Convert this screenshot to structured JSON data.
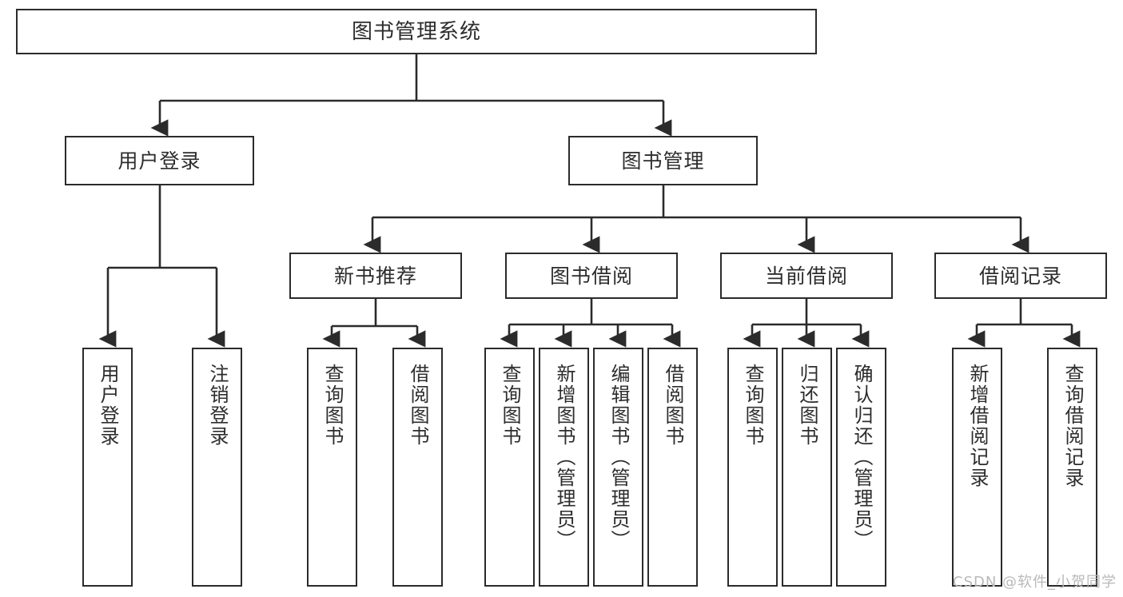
{
  "diagram": {
    "type": "tree-hierarchy",
    "title": "图书管理系统",
    "watermark": "CSDN @软件_小贺同学",
    "colors": {
      "stroke": "#2b2b2b",
      "fill": "#ffffff",
      "text": "#2d2d2d",
      "watermark": "#b9b9b9"
    },
    "levels": {
      "root": {
        "label": "图书管理系统"
      },
      "level2": [
        {
          "id": "user-login",
          "label": "用户登录"
        },
        {
          "id": "book-management",
          "label": "图书管理"
        }
      ],
      "level3": [
        {
          "id": "new-book-recommend",
          "label": "新书推荐",
          "parent": "book-management"
        },
        {
          "id": "book-borrow",
          "label": "图书借阅",
          "parent": "book-management"
        },
        {
          "id": "current-borrow",
          "label": "当前借阅",
          "parent": "book-management"
        },
        {
          "id": "borrow-record",
          "label": "借阅记录",
          "parent": "book-management"
        }
      ],
      "leaves": [
        {
          "id": "leaf-user-login",
          "label": "用户登录",
          "parent": "user-login"
        },
        {
          "id": "leaf-logout-login",
          "label": "注销登录",
          "parent": "user-login"
        },
        {
          "id": "leaf-query-book-1",
          "label": "查询图书",
          "parent": "new-book-recommend"
        },
        {
          "id": "leaf-borrow-book-1",
          "label": "借阅图书",
          "parent": "new-book-recommend"
        },
        {
          "id": "leaf-query-book-2",
          "label": "查询图书",
          "parent": "book-borrow"
        },
        {
          "id": "leaf-add-book",
          "label": "新增图书（管理员）",
          "parent": "book-borrow"
        },
        {
          "id": "leaf-edit-book",
          "label": "编辑图书（管理员）",
          "parent": "book-borrow"
        },
        {
          "id": "leaf-borrow-book-2",
          "label": "借阅图书",
          "parent": "book-borrow"
        },
        {
          "id": "leaf-query-book-3",
          "label": "查询图书",
          "parent": "current-borrow"
        },
        {
          "id": "leaf-return-book",
          "label": "归还图书",
          "parent": "current-borrow"
        },
        {
          "id": "leaf-confirm-return",
          "label": "确认归还（管理员）",
          "parent": "current-borrow"
        },
        {
          "id": "leaf-add-record",
          "label": "新增借阅记录",
          "parent": "borrow-record"
        },
        {
          "id": "leaf-query-record",
          "label": "查询借阅记录",
          "parent": "borrow-record"
        }
      ]
    }
  }
}
